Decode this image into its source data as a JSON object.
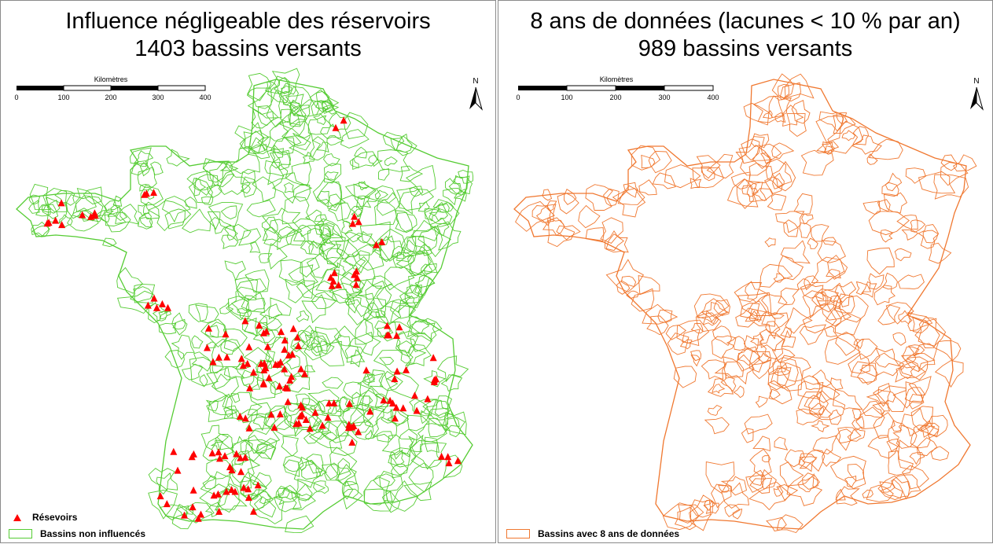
{
  "left_panel": {
    "title_line1": "Influence négligeable des réservoirs",
    "title_line2": "1403 bassins versants",
    "scale": {
      "unit_label": "Kilomètres",
      "ticks": [
        "0",
        "100",
        "200",
        "300",
        "400"
      ]
    },
    "north_label": "N",
    "legend": [
      {
        "symbol": "red-triangle",
        "label": "Résevoirs"
      },
      {
        "symbol": "green-outline-box",
        "label": "Bassins non influencés"
      }
    ],
    "colors": {
      "basins": "#55cc33",
      "reservoirs": "#ff0000"
    }
  },
  "right_panel": {
    "title_line1": "8 ans de données  (lacunes < 10 % par an)",
    "title_line2": "989 bassins versants",
    "scale": {
      "unit_label": "Kilomètres",
      "ticks": [
        "0",
        "100",
        "200",
        "300",
        "400"
      ]
    },
    "north_label": "N",
    "legend": [
      {
        "symbol": "orange-outline-box",
        "label": "Bassins avec 8 ans de données"
      }
    ],
    "colors": {
      "basins": "#f07830"
    }
  }
}
